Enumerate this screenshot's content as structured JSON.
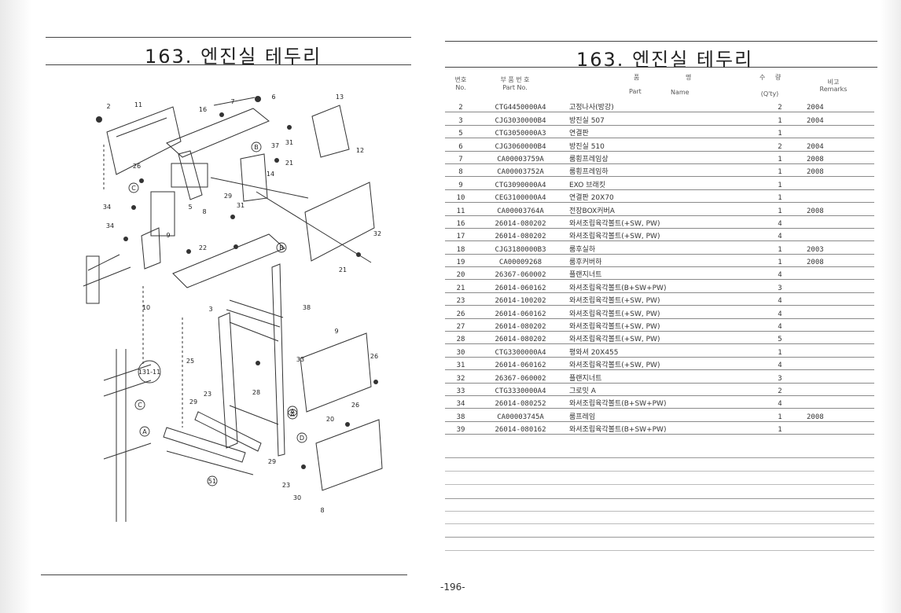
{
  "left_title": "163. 엔진실 테두리",
  "right_title": "163. 엔진실 테두리",
  "header": {
    "no_ko": "번호",
    "no_en": "No.",
    "part_no_ko": "부 품 번 호",
    "part_no_en": "Part No.",
    "name_ko_1": "품",
    "name_ko_2": "명",
    "part_en": "Part",
    "name_en": "Name",
    "qty_ko_1": "수",
    "qty_ko_2": "량",
    "qty_en": "(Q'ty)",
    "remarks_ko": "비고",
    "remarks_en": "Remarks"
  },
  "parts": [
    {
      "no": "2",
      "part_no": "CTG4450000A4",
      "name": "고정나사(방강)",
      "qty": "2",
      "remarks": "2004"
    },
    {
      "no": "3",
      "part_no": "CJG3030000B4",
      "name": "방진실 507",
      "qty": "1",
      "remarks": "2004"
    },
    {
      "no": "5",
      "part_no": "CTG3050000A3",
      "name": "연결판",
      "qty": "1",
      "remarks": ""
    },
    {
      "no": "6",
      "part_no": "CJG3060000B4",
      "name": "방진실 510",
      "qty": "2",
      "remarks": "2004"
    },
    {
      "no": "7",
      "part_no": "CA00003759A",
      "name": "룸횡프레임상",
      "qty": "1",
      "remarks": "2008"
    },
    {
      "no": "8",
      "part_no": "CA00003752A",
      "name": "룸횡프레임하",
      "qty": "1",
      "remarks": "2008"
    },
    {
      "no": "9",
      "part_no": "CTG3090000A4",
      "name": "EXO 브래킷",
      "qty": "1",
      "remarks": ""
    },
    {
      "no": "10",
      "part_no": "CEG3100000A4",
      "name": "연결판 20X70",
      "qty": "1",
      "remarks": ""
    },
    {
      "no": "11",
      "part_no": "CA00003764A",
      "name": "전장BOX커버A",
      "qty": "1",
      "remarks": "2008"
    },
    {
      "no": "16",
      "part_no": "26014-080202",
      "name": "와셔조립육각볼트(+SW, PW)",
      "qty": "4",
      "remarks": ""
    },
    {
      "no": "17",
      "part_no": "26014-080202",
      "name": "와셔조립육각볼트(+SW, PW)",
      "qty": "4",
      "remarks": ""
    },
    {
      "no": "18",
      "part_no": "CJG3180000B3",
      "name": "룸후실하",
      "qty": "1",
      "remarks": "2003"
    },
    {
      "no": "19",
      "part_no": "CA00009268",
      "name": "룸후커버하",
      "qty": "1",
      "remarks": "2008"
    },
    {
      "no": "20",
      "part_no": "26367-060002",
      "name": "플랜지너트",
      "qty": "4",
      "remarks": ""
    },
    {
      "no": "21",
      "part_no": "26014-060162",
      "name": "와셔조립육각볼트(B+SW+PW)",
      "qty": "3",
      "remarks": ""
    },
    {
      "no": "23",
      "part_no": "26014-100202",
      "name": "와셔조립육각볼트(+SW, PW)",
      "qty": "4",
      "remarks": ""
    },
    {
      "no": "26",
      "part_no": "26014-060162",
      "name": "와셔조립육각볼트(+SW, PW)",
      "qty": "4",
      "remarks": ""
    },
    {
      "no": "27",
      "part_no": "26014-080202",
      "name": "와셔조립육각볼트(+SW, PW)",
      "qty": "4",
      "remarks": ""
    },
    {
      "no": "28",
      "part_no": "26014-080202",
      "name": "와셔조립육각볼트(+SW, PW)",
      "qty": "5",
      "remarks": ""
    },
    {
      "no": "30",
      "part_no": "CTG3300000A4",
      "name": "평와셔 20X455",
      "qty": "1",
      "remarks": ""
    },
    {
      "no": "31",
      "part_no": "26014-060162",
      "name": "와셔조립육각볼트(+SW, PW)",
      "qty": "4",
      "remarks": ""
    },
    {
      "no": "32",
      "part_no": "26367-060002",
      "name": "플랜지너트",
      "qty": "3",
      "remarks": ""
    },
    {
      "no": "33",
      "part_no": "CTG3330000A4",
      "name": "그로밋 A",
      "qty": "2",
      "remarks": ""
    },
    {
      "no": "34",
      "part_no": "26014-080252",
      "name": "와셔조립육각볼트(B+SW+PW)",
      "qty": "4",
      "remarks": ""
    },
    {
      "no": "38",
      "part_no": "CA00003745A",
      "name": "룸프레임",
      "qty": "1",
      "remarks": "2008"
    },
    {
      "no": "39",
      "part_no": "26014-080162",
      "name": "와셔조립육각볼트(B+SW+PW)",
      "qty": "1",
      "remarks": ""
    }
  ],
  "callouts": [
    "2",
    "11",
    "16",
    "7",
    "6",
    "13",
    "31",
    "37",
    "B",
    "21",
    "14",
    "12",
    "26",
    "C",
    "34",
    "5",
    "8",
    "29",
    "31",
    "34",
    "9",
    "22",
    "B",
    "32",
    "21",
    "10",
    "3",
    "38",
    "9",
    "26",
    "33",
    "25",
    "131-11",
    "C",
    "A",
    "28",
    "29",
    "23",
    "A",
    "20",
    "26",
    "D",
    "A",
    "51",
    "23",
    "29",
    "30",
    "8"
  ],
  "page_number": "-196-"
}
